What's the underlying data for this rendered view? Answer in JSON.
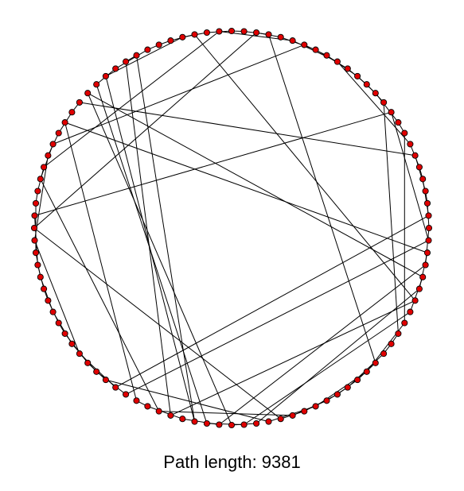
{
  "visualization": {
    "node_count": 100,
    "node_color": "#e00000",
    "node_stroke": "#000000",
    "path_color": "#000000",
    "background": "#ffffff"
  },
  "status": {
    "label": "Path length:",
    "value": "9381"
  }
}
